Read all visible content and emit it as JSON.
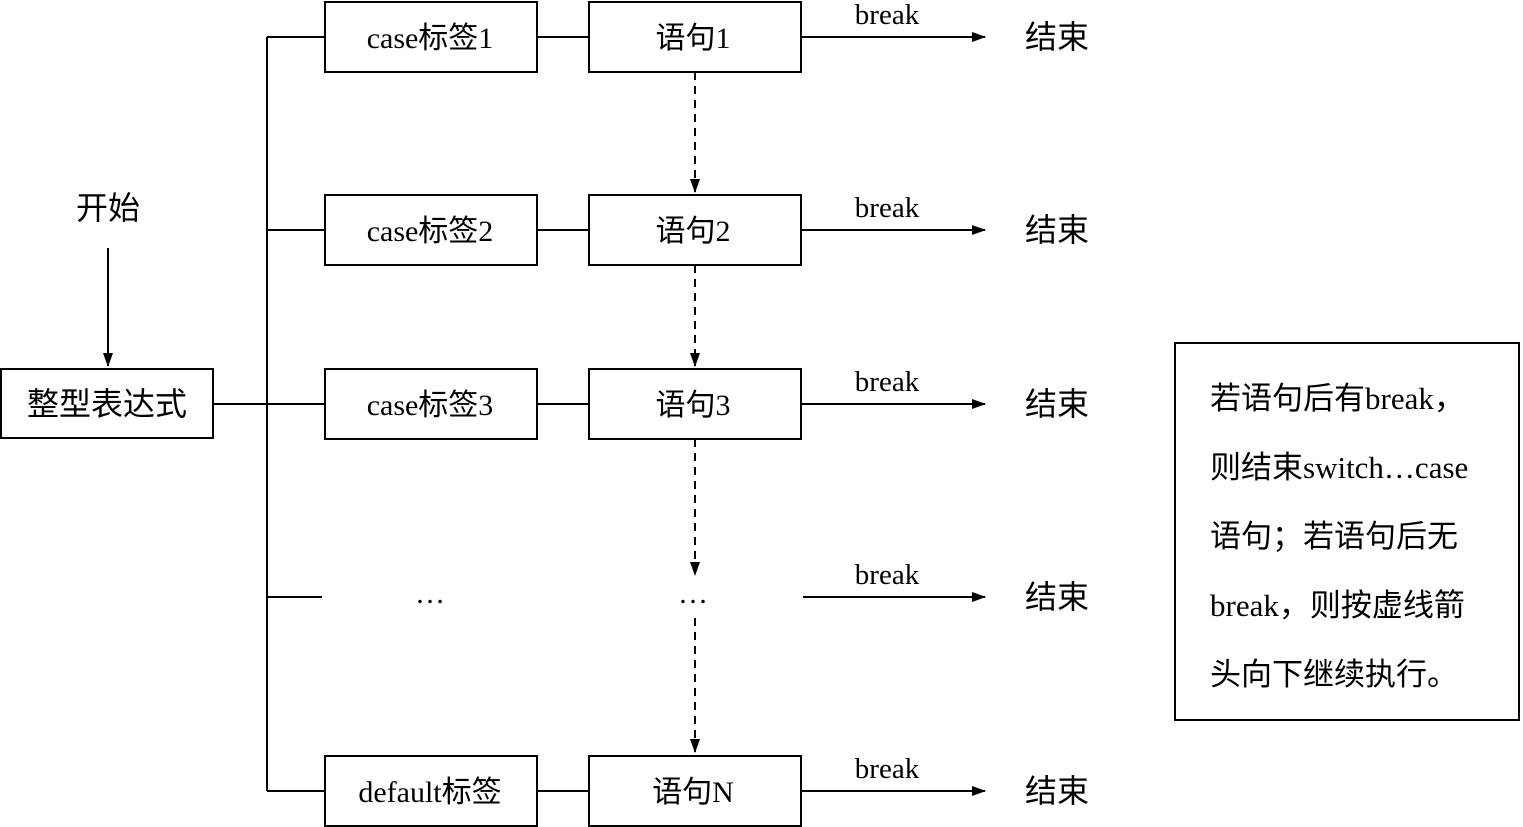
{
  "start_label": "开始",
  "expression_label": "整型表达式",
  "rows": [
    {
      "case_label": "case标签1",
      "statement_label": "语句1",
      "break_label": "break",
      "end_label": "结束"
    },
    {
      "case_label": "case标签2",
      "statement_label": "语句2",
      "break_label": "break",
      "end_label": "结束"
    },
    {
      "case_label": "case标签3",
      "statement_label": "语句3",
      "break_label": "break",
      "end_label": "结束"
    },
    {
      "case_label": "…",
      "statement_label": "…",
      "break_label": "break",
      "end_label": "结束"
    },
    {
      "case_label": "default标签",
      "statement_label": "语句N",
      "break_label": "break",
      "end_label": "结束"
    }
  ],
  "note_lines": [
    "若语句后有break，",
    "则结束switch…case",
    "语句；若语句后无",
    "break，则按虚线箭",
    "头向下继续执行。"
  ]
}
